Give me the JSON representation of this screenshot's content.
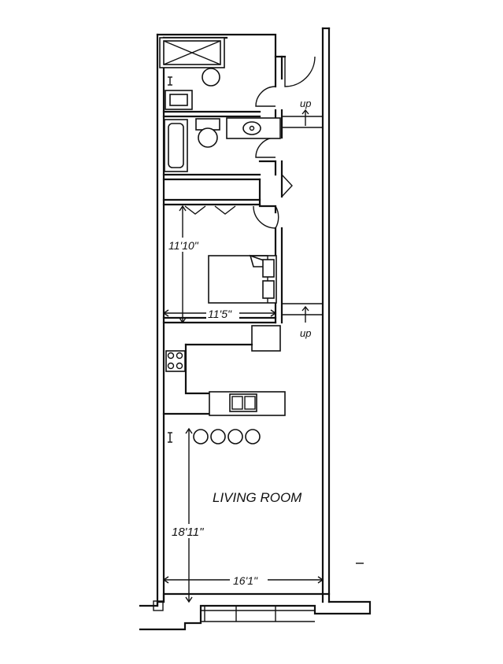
{
  "labels": {
    "living_room": "LIVING ROOM",
    "bedroom_depth": "11'10\"",
    "bedroom_width": "11'5\"",
    "living_depth": "18'11\"",
    "living_width": "16'1\"",
    "up_upper": "up",
    "up_lower": "up"
  }
}
